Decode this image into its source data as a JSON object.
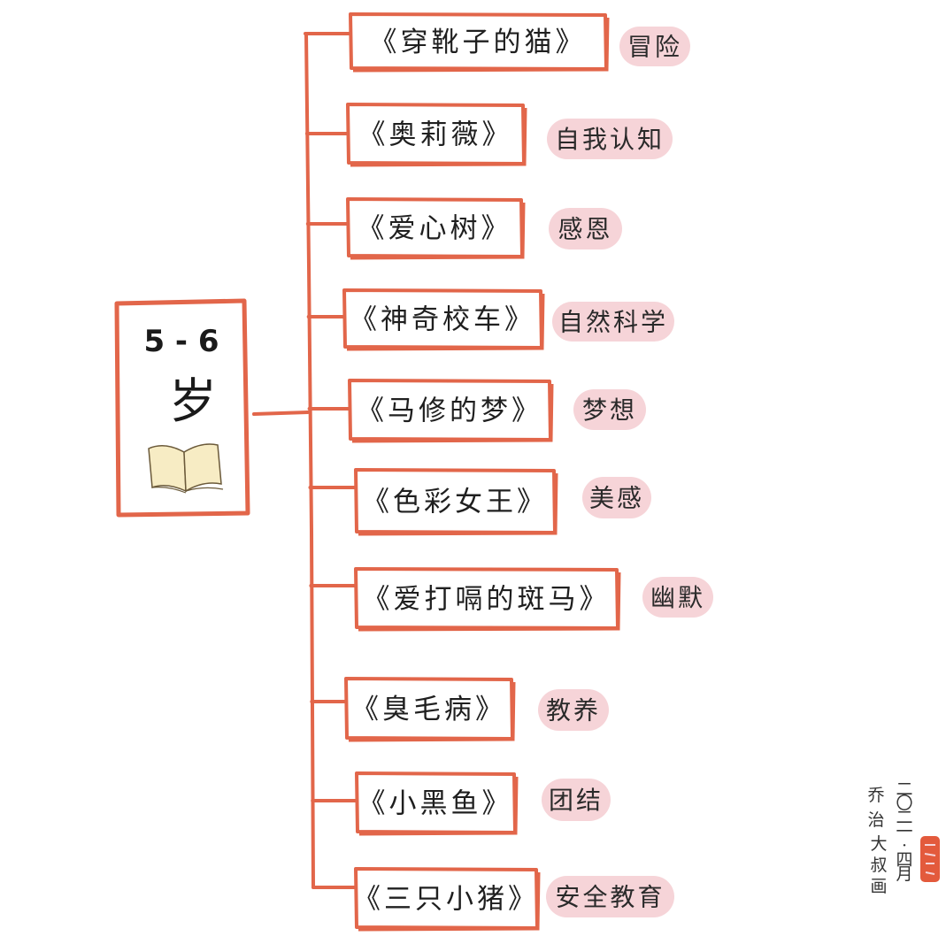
{
  "root": {
    "age": "5 - 6",
    "unit": "岁",
    "icon": "open-book-icon"
  },
  "colors": {
    "line": "#e2664a",
    "tag_bg": "#f6d4d8",
    "book_page": "#f7ecc4",
    "seal": "#e35a3c"
  },
  "books": [
    {
      "title": "《穿靴子的猫》",
      "tag": "冒险"
    },
    {
      "title": "《奥莉薇》",
      "tag": "自我认知"
    },
    {
      "title": "《爱心树》",
      "tag": "感恩"
    },
    {
      "title": "《神奇校车》",
      "tag": "自然科学"
    },
    {
      "title": "《马修的梦》",
      "tag": "梦想"
    },
    {
      "title": "《色彩女王》",
      "tag": "美感"
    },
    {
      "title": "《爱打嗝的斑马》",
      "tag": "幽默"
    },
    {
      "title": "《臭毛病》",
      "tag": "教养"
    },
    {
      "title": "《小黑鱼》",
      "tag": "团结"
    },
    {
      "title": "《三只小猪》",
      "tag": "安全教育"
    }
  ],
  "signature": {
    "name": [
      "乔",
      "治",
      "大",
      "叔",
      "画"
    ],
    "date": [
      "二",
      "〇",
      "二",
      "一",
      "·",
      "四",
      "月"
    ]
  }
}
